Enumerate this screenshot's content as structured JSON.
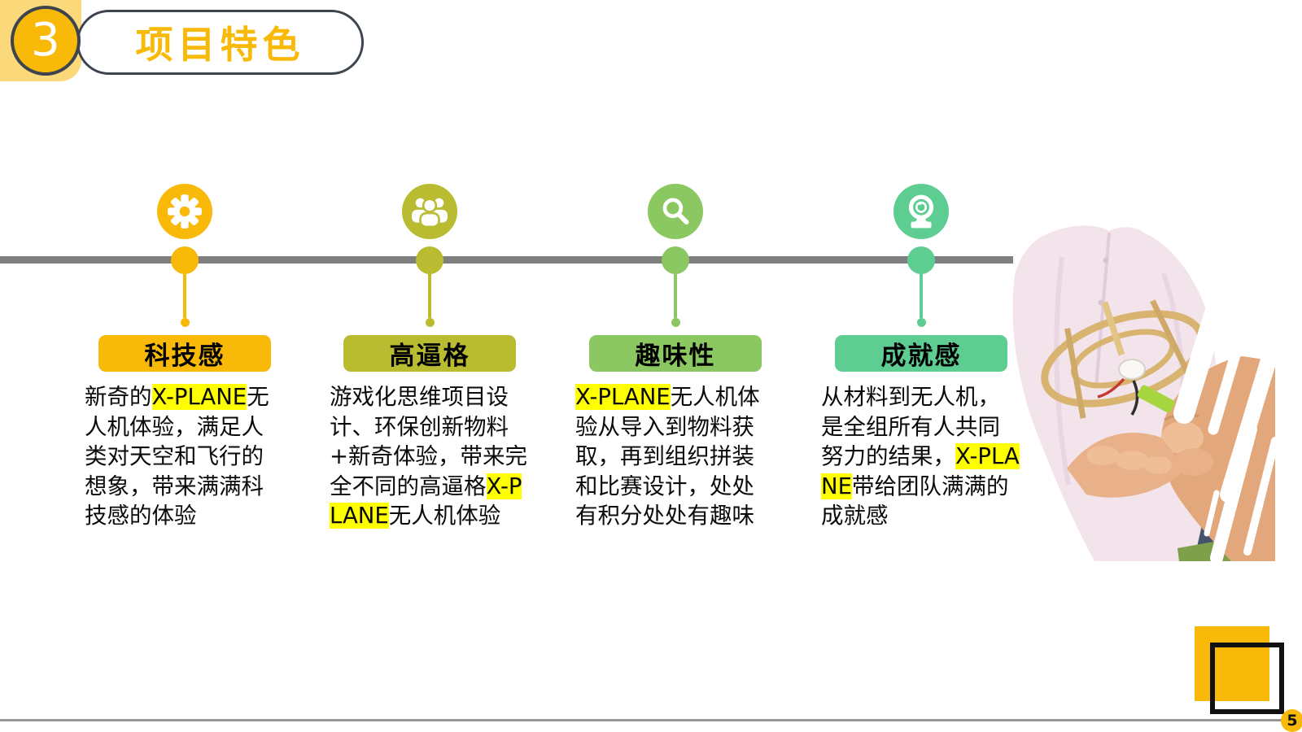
{
  "slide": {
    "section_number": "3",
    "title": "项目特色",
    "page_number": "5"
  },
  "colors": {
    "accent_yellow": "#F9B908",
    "pale_yellow": "#FBD97B",
    "navy_border": "#3C4450",
    "olive": "#B9BC30",
    "green": "#8BC861",
    "mint": "#5ECD92",
    "timeline_gray": "#7F7F7F",
    "bottom_line_gray": "#979797",
    "highlight": "#FFFF00"
  },
  "features": [
    {
      "icon": "gear-icon",
      "color": "#F9B908",
      "badge": "科技感",
      "segments": [
        {
          "text": "新奇的",
          "highlight": false
        },
        {
          "text": "X-PLANE",
          "highlight": true
        },
        {
          "text": "无人机体验，满足人类对天空和飞行的想象，带来满满科技感的体验",
          "highlight": false
        }
      ]
    },
    {
      "icon": "group-icon",
      "color": "#B9BC30",
      "badge": "高逼格",
      "segments": [
        {
          "text": "游戏化思维项目设计、环保创新物料+新奇体验，带来完全不同的高逼格",
          "highlight": false
        },
        {
          "text": "X-PLANE",
          "highlight": true
        },
        {
          "text": "无人机体验",
          "highlight": false
        }
      ]
    },
    {
      "icon": "magnifier-icon",
      "color": "#8BC861",
      "badge": "趣味性",
      "segments": [
        {
          "text": "X-PLANE",
          "highlight": true
        },
        {
          "text": "无人机体验从导入到物料获取，再到组织拼装和比赛设计，处处有积分处处有趣味",
          "highlight": false
        }
      ]
    },
    {
      "icon": "webcam-icon",
      "color": "#5ECD92",
      "badge": "成就感",
      "segments": [
        {
          "text": "从材料到无人机，是全组所有人共同努力的结果，",
          "highlight": false
        },
        {
          "text": "X-PLANE",
          "highlight": true
        },
        {
          "text": "带给团队满满的成就感",
          "highlight": false
        }
      ]
    }
  ],
  "photo": {
    "name": "hands-assembling-wooden-drone"
  }
}
